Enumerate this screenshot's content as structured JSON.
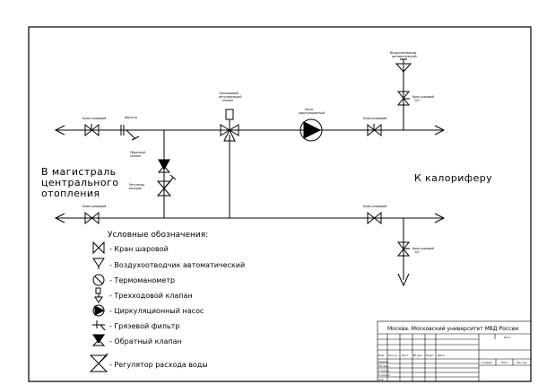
{
  "labels": {
    "to_main_line": [
      "В магистраль",
      "центрального",
      "отопления"
    ],
    "to_heater": "К калориферу",
    "ball_valve_1": "Кран шаровой",
    "filter": "Фильтр",
    "three_way_valve": [
      "Трехходовой",
      "регулирующий",
      "клапан"
    ],
    "pump": [
      "Насос",
      "циркуляционный"
    ],
    "ball_valve_2": "Кран шаровой",
    "air_vent": [
      "Воздухоотводчик",
      "автоматический"
    ],
    "ball_valve_vent": [
      "Кран шаровой",
      "1/2\""
    ],
    "check_valve": [
      "Обратный",
      "клапан"
    ],
    "balancing_valve": [
      "Регулятор",
      "расхода"
    ],
    "ball_valve_return_left": "Кран шаровой",
    "ball_valve_return_right": "Кран шаровой",
    "ball_valve_drain": [
      "Кран шаровой",
      "1/2\""
    ]
  },
  "legend": {
    "title": "Условные обозначения:",
    "items": [
      {
        "icon": "ball-valve-icon",
        "label": "- Кран шаровой"
      },
      {
        "icon": "air-vent-icon",
        "label": "- Воздухоотводчик автоматический"
      },
      {
        "icon": "thermometer-icon",
        "label": "- Термоманометр"
      },
      {
        "icon": "three-way-valve-icon",
        "label": "- Трехходовой клапан"
      },
      {
        "icon": "pump-icon",
        "label": "- Циркуляционный насос"
      },
      {
        "icon": "strainer-icon",
        "label": "- Грязевой фильтр"
      },
      {
        "icon": "check-valve-icon",
        "label": "- Обратный клапан"
      },
      {
        "icon": "balancing-valve-icon",
        "label": "- Регулятор расхода воды"
      }
    ]
  },
  "title_block": {
    "organization": "Москва. Московский университет МВД России",
    "sheet_label": "Лист",
    "col_headers": [
      "Изм",
      "Кол.уч",
      "Лист",
      "№ док",
      "Подп.",
      "Дата"
    ],
    "row_labels": [
      "Разраб.",
      "Провер.",
      "Т.контр.",
      "Н.контр.",
      "Утв."
    ],
    "stage_headers": [
      "Стадия",
      "Лист",
      "Листов"
    ]
  },
  "colors": {
    "line": "#000000",
    "background": "#ffffff"
  }
}
